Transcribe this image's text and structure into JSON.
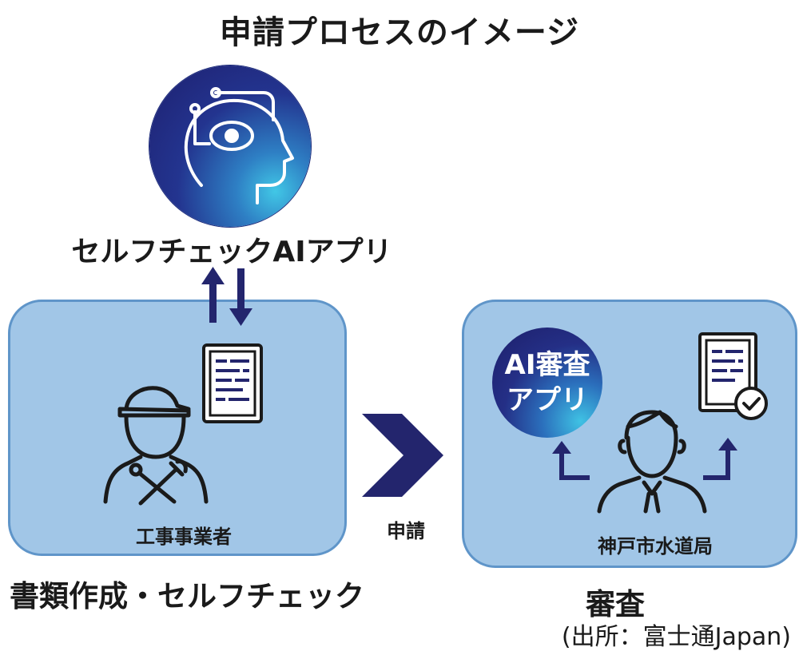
{
  "title": "申請プロセスのイメージ",
  "self_check_app": {
    "label": "セルフチェックAIアプリ",
    "icon": "ai-head-icon"
  },
  "left_panel": {
    "person_label": "工事事業者",
    "caption": "書類作成・セルフチェック",
    "icons": [
      "worker-icon",
      "document-icon",
      "up-arrow-icon",
      "down-arrow-icon"
    ]
  },
  "flow": {
    "arrow_label": "申請",
    "icon": "chevron-right-icon"
  },
  "right_panel": {
    "review_app_line1": "AI審査",
    "review_app_line2": "アプリ",
    "person_label": "神戸市水道局",
    "caption": "審査",
    "icons": [
      "official-icon",
      "checked-document-icon"
    ]
  },
  "source_note": "(出所：富士通Japan)",
  "colors": {
    "panel_fill": "#a1c6e7",
    "panel_border": "#5f95c9",
    "navy": "#23256d",
    "icon_dark": "#1a1a1a"
  }
}
